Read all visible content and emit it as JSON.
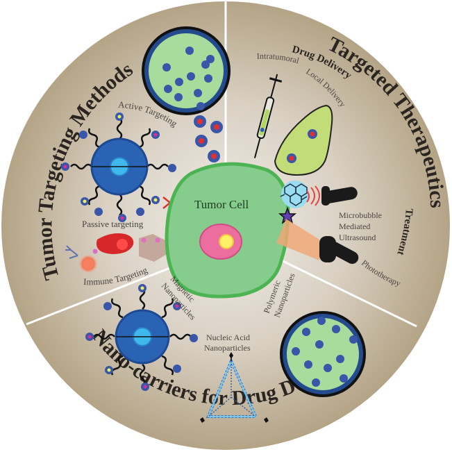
{
  "diagram": {
    "center": {
      "label": "Tumor Cell"
    },
    "sections": [
      {
        "title": "Tumor Targeting Methods",
        "items": [
          "Active Targeting",
          "Passive targeting",
          "Immune Targeting"
        ]
      },
      {
        "title": "Targeted Therapeutics",
        "subsections": [
          {
            "title": "Drug Delivery",
            "items": [
              "Intratumoral",
              "Local Delivery"
            ]
          },
          {
            "title": "Treatment",
            "items": [
              "Microbubble Mediated Ultrasound",
              "Phototherapy"
            ]
          }
        ]
      },
      {
        "title": "Nano-carriers for Drug Delivery",
        "items": [
          "Magnetic Nanoparticles",
          "Nucleic Acid Nanoparticles",
          "Polymeric Nanoparticles"
        ]
      }
    ],
    "labels": {
      "ttm": "Tumor Targeting Methods",
      "tt": "Targeted Therapeutics",
      "nc": "Nano-carriers for Drug Delivery",
      "drug_delivery": "Drug Delivery",
      "treatment": "Treatment",
      "active": "Active Targeting",
      "passive": "Passive targeting",
      "immune": "Immune Targeting",
      "intratumoral": "Intratumoral",
      "local": "Local Delivery",
      "mb1": "Microbubble",
      "mb2": "Mediated",
      "mb3": "Ultrasound",
      "photo": "Phototherapy",
      "mag1": "Magnetic",
      "mag2": "Nanoparticles",
      "nuc1": "Nucleic Acid",
      "nuc2": "Nanoparticles",
      "poly1": "Polymeric",
      "poly2": "Nanoparticles",
      "tumor_cell": "Tumor Cell"
    },
    "colors": {
      "disc_edge": "#b8a88c",
      "disc_center": "#ece8e2",
      "tumor_fill": "#86cc8c",
      "tumor_stroke": "#4cb452",
      "nucleus": "#ec6ea0",
      "nucleolus": "#fff06a",
      "particle_blue": "#2a62b4",
      "polymer_fill": "#a8dc9c",
      "local_fill": "#c2dc78"
    }
  }
}
